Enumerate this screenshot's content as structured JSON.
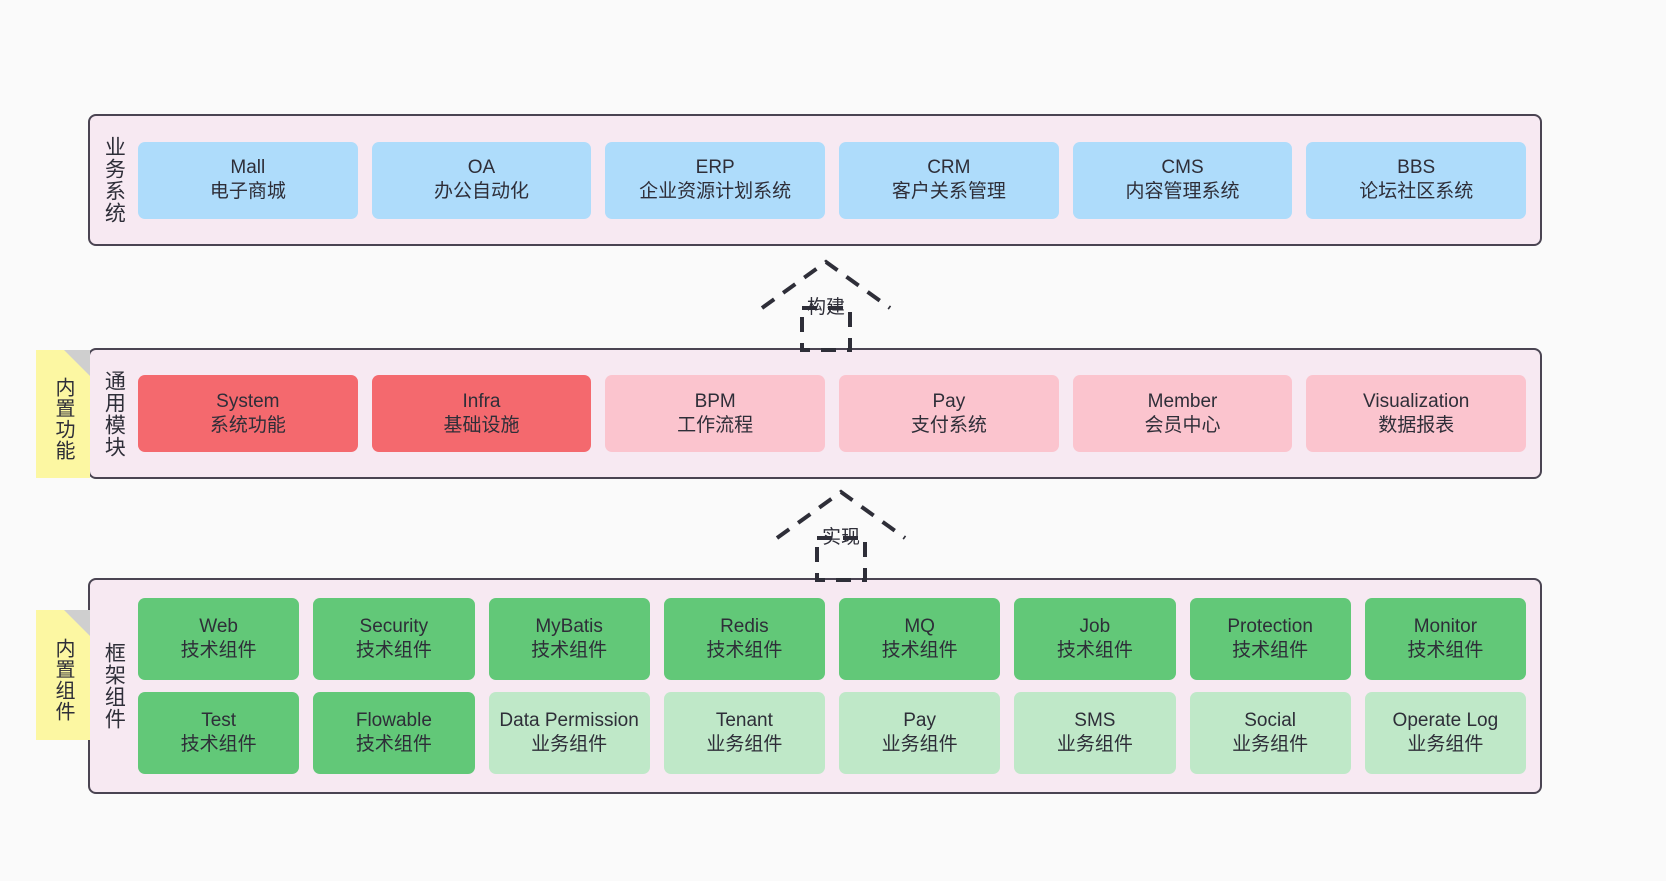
{
  "layers": {
    "business": {
      "title": "业务系统",
      "cards": [
        {
          "en": "Mall",
          "cn": "电子商城"
        },
        {
          "en": "OA",
          "cn": "办公自动化"
        },
        {
          "en": "ERP",
          "cn": "企业资源计划系统"
        },
        {
          "en": "CRM",
          "cn": "客户关系管理"
        },
        {
          "en": "CMS",
          "cn": "内容管理系统"
        },
        {
          "en": "BBS",
          "cn": "论坛社区系统"
        }
      ]
    },
    "modules": {
      "title": "通用模块",
      "sticky": "内置功能",
      "cards": [
        {
          "en": "System",
          "cn": "系统功能"
        },
        {
          "en": "Infra",
          "cn": "基础设施"
        },
        {
          "en": "BPM",
          "cn": "工作流程"
        },
        {
          "en": "Pay",
          "cn": "支付系统"
        },
        {
          "en": "Member",
          "cn": "会员中心"
        },
        {
          "en": "Visualization",
          "cn": "数据报表"
        }
      ]
    },
    "framework": {
      "title": "框架组件",
      "sticky": "内置组件",
      "row1": [
        {
          "en": "Web",
          "cn": "技术组件"
        },
        {
          "en": "Security",
          "cn": "技术组件"
        },
        {
          "en": "MyBatis",
          "cn": "技术组件"
        },
        {
          "en": "Redis",
          "cn": "技术组件"
        },
        {
          "en": "MQ",
          "cn": "技术组件"
        },
        {
          "en": "Job",
          "cn": "技术组件"
        },
        {
          "en": "Protection",
          "cn": "技术组件"
        },
        {
          "en": "Monitor",
          "cn": "技术组件"
        }
      ],
      "row2": [
        {
          "en": "Test",
          "cn": "技术组件"
        },
        {
          "en": "Flowable",
          "cn": "技术组件"
        },
        {
          "en": "Data Permission",
          "cn": "业务组件"
        },
        {
          "en": "Tenant",
          "cn": "业务组件"
        },
        {
          "en": "Pay",
          "cn": "业务组件"
        },
        {
          "en": "SMS",
          "cn": "业务组件"
        },
        {
          "en": "Social",
          "cn": "业务组件"
        },
        {
          "en": "Operate Log",
          "cn": "业务组件"
        }
      ]
    }
  },
  "connectors": {
    "build": "构建",
    "realize": "实现"
  },
  "colors": {
    "panel_bg": "#f7e9f2",
    "panel_border": "#4a4452",
    "business_card": "#aedcfb",
    "module_core": "#f4696e",
    "module_plain": "#fbc4ce",
    "tech_component": "#62c878",
    "biz_component": "#bfe8c8",
    "sticky": "#fcf7a2"
  }
}
